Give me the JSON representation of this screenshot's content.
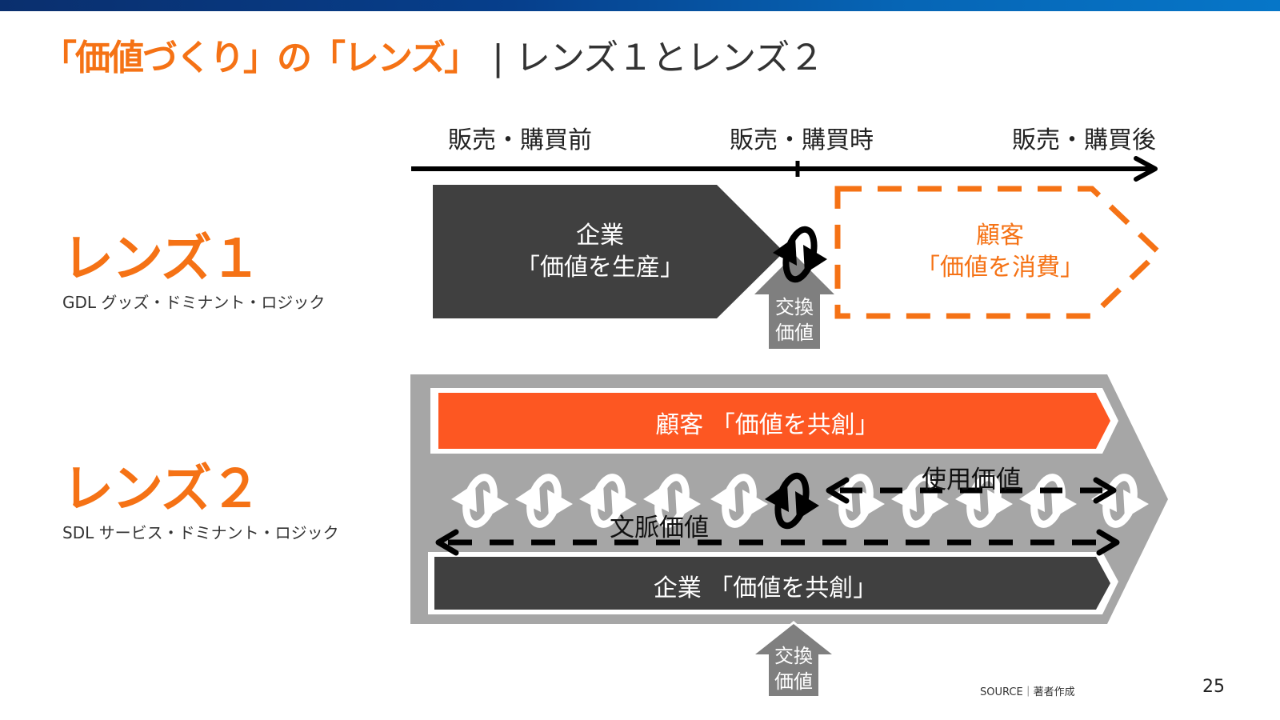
{
  "slide": {
    "title_accent": "「価値づくり」の「レンズ」",
    "title_separator": "|",
    "title_rest": "レンズ１とレンズ２",
    "page_number": "25",
    "source": "SOURCE｜著者作成"
  },
  "timeline": {
    "labels": [
      "販売・購買前",
      "販売・購買時",
      "販売・購買後"
    ]
  },
  "lens1": {
    "title": "レンズ１",
    "subtitle": "GDL グッズ・ドミナント・ロジック",
    "company_line1": "企業",
    "company_line2": "「価値を生産」",
    "customer_line1": "顧客",
    "customer_line2": "「価値を消費」",
    "exchange_line1": "交換",
    "exchange_line2": "価値"
  },
  "lens2": {
    "title": "レンズ２",
    "subtitle": "SDL サービス・ドミナント・ロジック",
    "customer_band": "顧客 「価値を共創」",
    "company_band": "企業 「価値を共創」",
    "use_value": "使用価値",
    "context_value": "文脈価値",
    "exchange_line1": "交換",
    "exchange_line2": "価値"
  },
  "colors": {
    "accent_orange": "#f57215",
    "band_orange": "#fd5722",
    "dark_gray": "#404040",
    "mid_gray": "#a6a6a6",
    "arrow_gray": "#7f7f7f",
    "topbar_blue": "#063f8c"
  }
}
